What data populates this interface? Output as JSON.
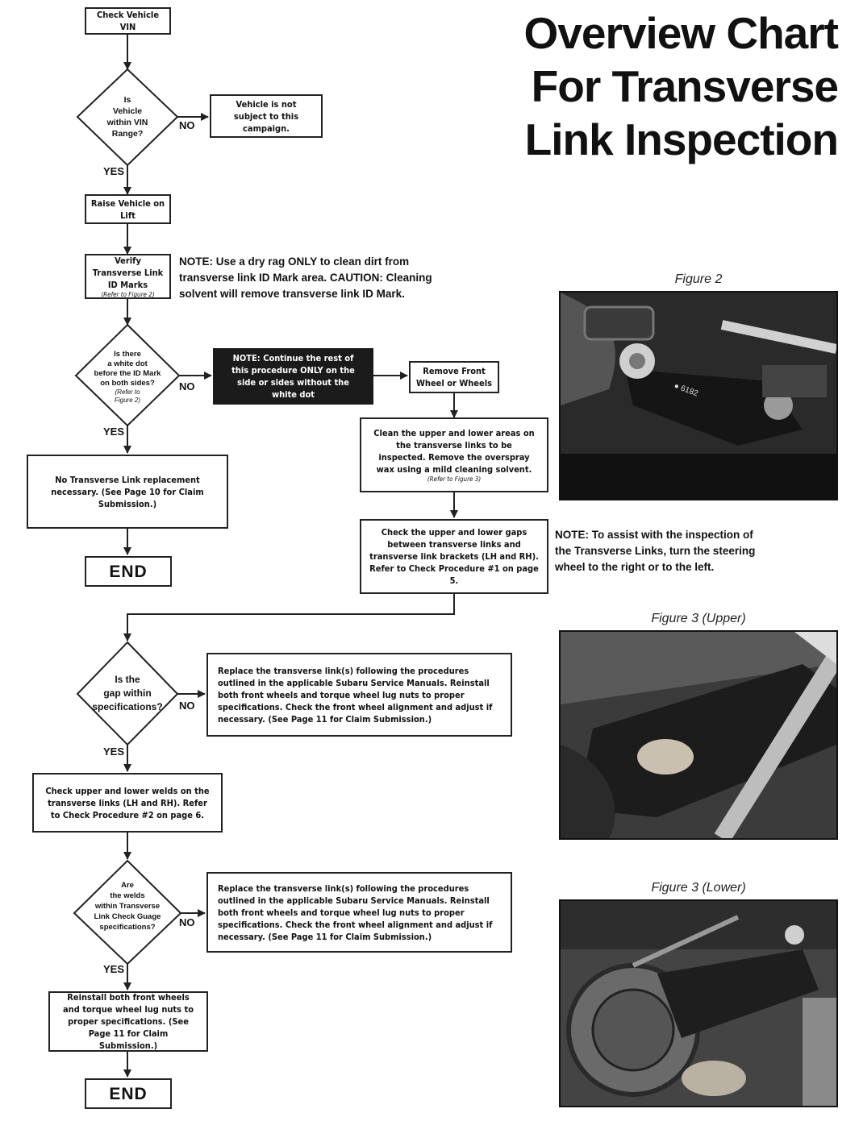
{
  "title": {
    "line1": "Overview Chart",
    "line2": "For Transverse",
    "line3": "Link Inspection"
  },
  "flow": {
    "check_vin": "Check Vehicle VIN",
    "d1": {
      "l1": "Is",
      "l2": "Vehicle",
      "l3": "within VIN",
      "l4": "Range?"
    },
    "not_subject": "Vehicle is not subject to this campaign.",
    "raise": "Raise Vehicle on Lift",
    "verify": "Verify Transverse Link ID Marks",
    "verify_ref": "(Refer to Figure 2)",
    "note1": "NOTE: Use a dry rag ONLY to clean dirt from transverse link ID Mark area. CAUTION: Cleaning solvent will remove transverse link ID Mark.",
    "d2": {
      "l1": "Is there",
      "l2": "a white dot",
      "l3": "before the ID Mark",
      "l4": "on both sides?",
      "ref": "(Refer to Figure 2)"
    },
    "note2": "NOTE: Continue the rest of this procedure ONLY on the side or sides without the white dot",
    "remove": "Remove Front Wheel or Wheels",
    "clean": "Clean the upper and lower areas on the transverse links to be inspected. Remove the overspray wax using a mild cleaning solvent.",
    "clean_ref": "(Refer to Figure 3)",
    "no_replace": "No Transverse Link replacement necessary. (See Page 10 for Claim Submission.)",
    "end": "END",
    "check_gaps": "Check the upper and lower gaps between transverse links and transverse link brackets (LH and RH). Refer to Check Procedure #1 on page 5.",
    "note3": "NOTE: To assist with the inspection of the Transverse Links, turn the steering wheel to the right or to the left.",
    "d3": {
      "l1": "Is the",
      "l2": "gap within",
      "l3": "specifications?"
    },
    "replace1": "Replace the transverse link(s) following the procedures outlined in the applicable Subaru Service Manuals. Reinstall both front wheels and torque wheel lug nuts to proper specifications. Check the front wheel alignment and adjust if necessary. (See Page 11 for Claim Submission.)",
    "check_welds": "Check upper and lower welds on the transverse links (LH and RH). Refer to Check Procedure #2 on page 6.",
    "d4": {
      "l1": "Are",
      "l2": "the welds",
      "l3": "within Transverse",
      "l4": "Link Check Guage",
      "l5": "specifications?"
    },
    "replace2": "Replace the transverse link(s) following the procedures outlined in the applicable Subaru Service Manuals. Reinstall both front wheels and torque wheel lug nuts to proper specifications. Check the front wheel alignment and adjust if necessary. (See Page 11 for Claim Submission.)",
    "reinstall": "Reinstall both front wheels and torque wheel lug nuts to proper specifications. (See Page 11 for Claim Submission.)",
    "yes": "YES",
    "no": "NO"
  },
  "figures": {
    "fig2": "Figure 2",
    "fig3_upper": "Figure 3 (Upper)",
    "fig3_lower": "Figure 3 (Lower)"
  }
}
